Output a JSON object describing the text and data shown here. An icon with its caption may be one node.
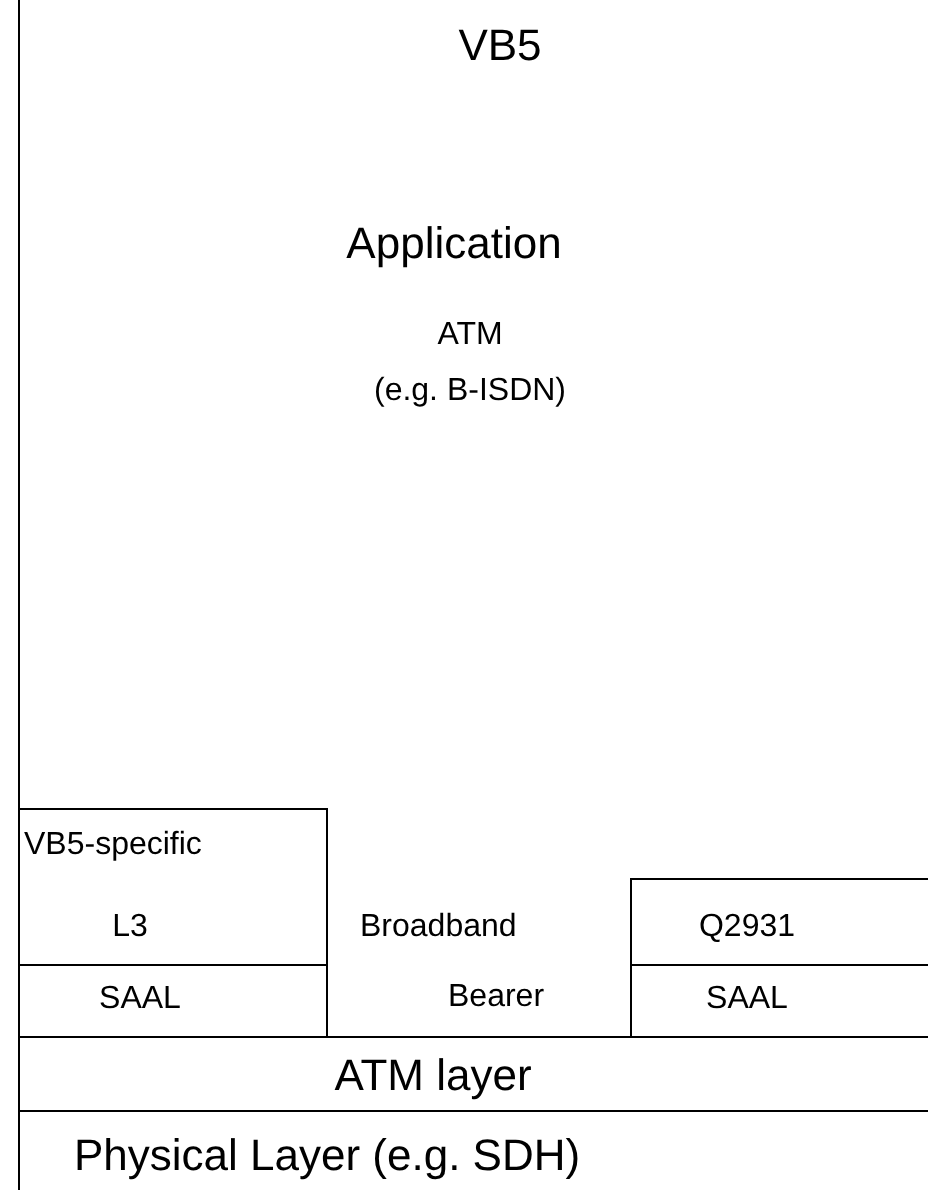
{
  "diagram": {
    "title": "VB5",
    "nodes": [
      {
        "text": [
          "Application",
          "ATM",
          "(e.g. B-ISDN)"
        ]
      },
      {
        "text": [
          "VB5-specific",
          "L3"
        ]
      },
      {
        "text": [
          "SAAL"
        ]
      },
      {
        "text": [
          "Broadband",
          "Bearer"
        ]
      },
      {
        "text": [
          "Q2931"
        ]
      },
      {
        "text": [
          "SAAL"
        ]
      },
      {
        "text": [
          "ATM layer"
        ]
      },
      {
        "text": [
          "Physical Layer (e.g. SDH)"
        ]
      }
    ]
  }
}
